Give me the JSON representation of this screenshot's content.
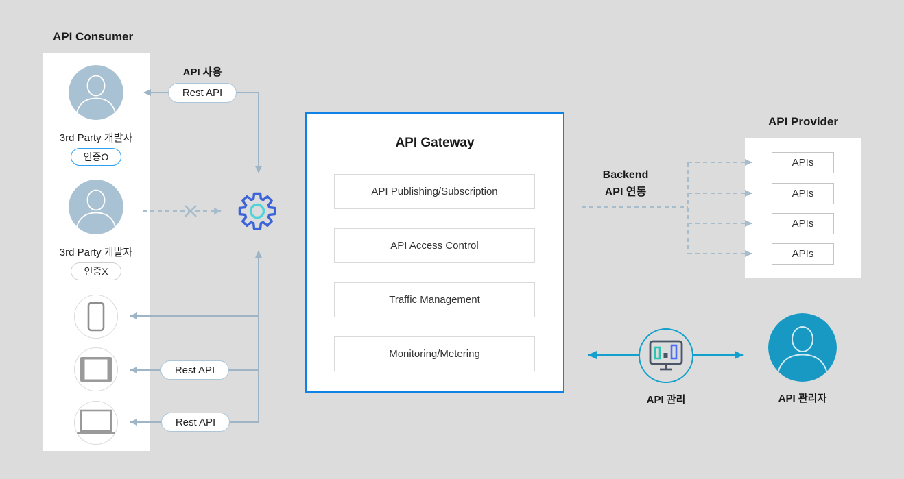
{
  "consumer": {
    "title": "API Consumer",
    "developers": [
      {
        "icon": "person-avatar-icon",
        "label": "3rd Party 개발자",
        "badge": "인증O"
      },
      {
        "icon": "person-avatar-icon",
        "label": "3rd Party 개발자",
        "badge": "인증X"
      }
    ],
    "devices": [
      {
        "icon": "smartphone-icon"
      },
      {
        "icon": "tablet-icon"
      },
      {
        "icon": "laptop-icon"
      }
    ]
  },
  "flows": {
    "api_usage_label": "API 사용",
    "rest_api_pill_top": "Rest API",
    "rest_api_pill_tablet": "Rest API",
    "rest_api_pill_laptop": "Rest API",
    "backend_label_line1": "Backend",
    "backend_label_line2": "API 연동",
    "gear_icon": "gear-icon"
  },
  "gateway": {
    "title": "API Gateway",
    "modules": [
      "API Publishing/Subscription",
      "API Access Control",
      "Traffic Management",
      "Monitoring/Metering"
    ]
  },
  "provider": {
    "title": "API Provider",
    "apis": [
      "APIs",
      "APIs",
      "APIs",
      "APIs"
    ]
  },
  "management": {
    "monitor_icon": "monitoring-dashboard-icon",
    "label": "API 관리",
    "admin_icon": "admin-avatar-icon",
    "admin_label": "API 관리자"
  },
  "colors": {
    "background": "#dcdcdc",
    "gateway_border": "#0f82e8",
    "solid_arrow": "#9db5c6",
    "dashed_arrow": "#a8bdcc",
    "cyan_accent": "#14a0cc",
    "gear_blue": "#3d63d8",
    "gear_inner_cyan": "#4ed3da",
    "avatar_fill": "#a9c2d3",
    "admin_avatar_fill": "#1799c4",
    "badge_ok_border": "#2b9ff2",
    "bar_teal": "#2cc5b5",
    "bar_indigo": "#4c6ef5",
    "monitor_slate": "#4a5568"
  }
}
